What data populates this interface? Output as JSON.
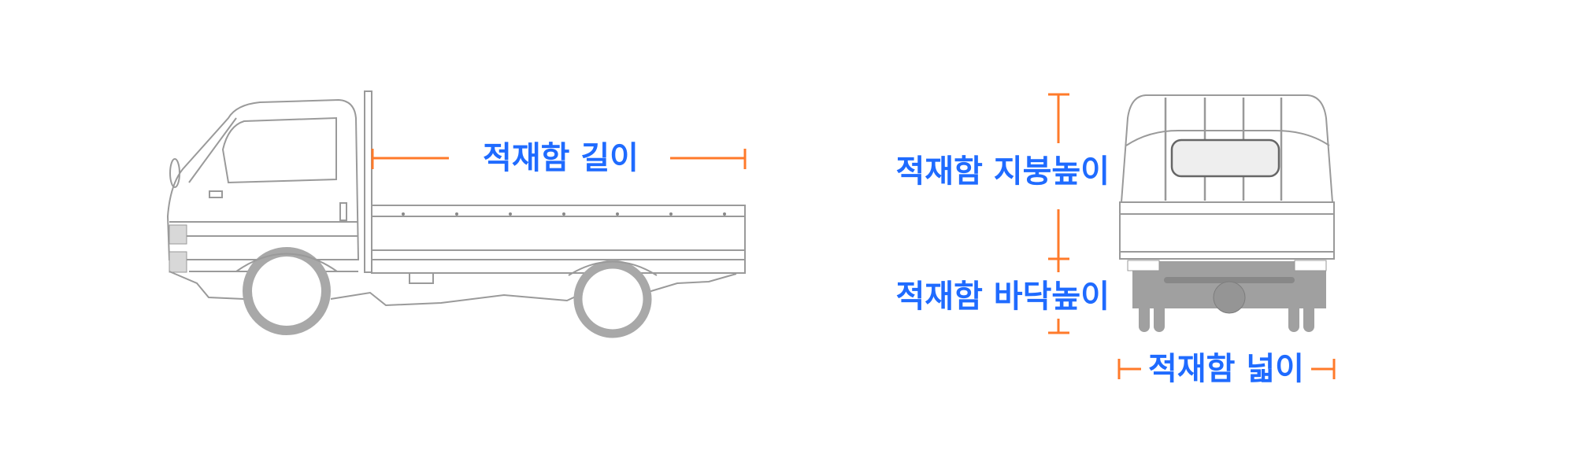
{
  "colors": {
    "label": "#1f6bff",
    "dimension_line": "#ff7a2a",
    "outline": "#8a8a8a",
    "chassis": "#9a9a9a",
    "tire": "#a8a8a8"
  },
  "side_view": {
    "length_label": "적재함 길이"
  },
  "rear_view": {
    "roof_height_label": "적재함 지붕높이",
    "floor_height_label": "적재함 바닥높이",
    "width_label": "적재함 넓이"
  }
}
